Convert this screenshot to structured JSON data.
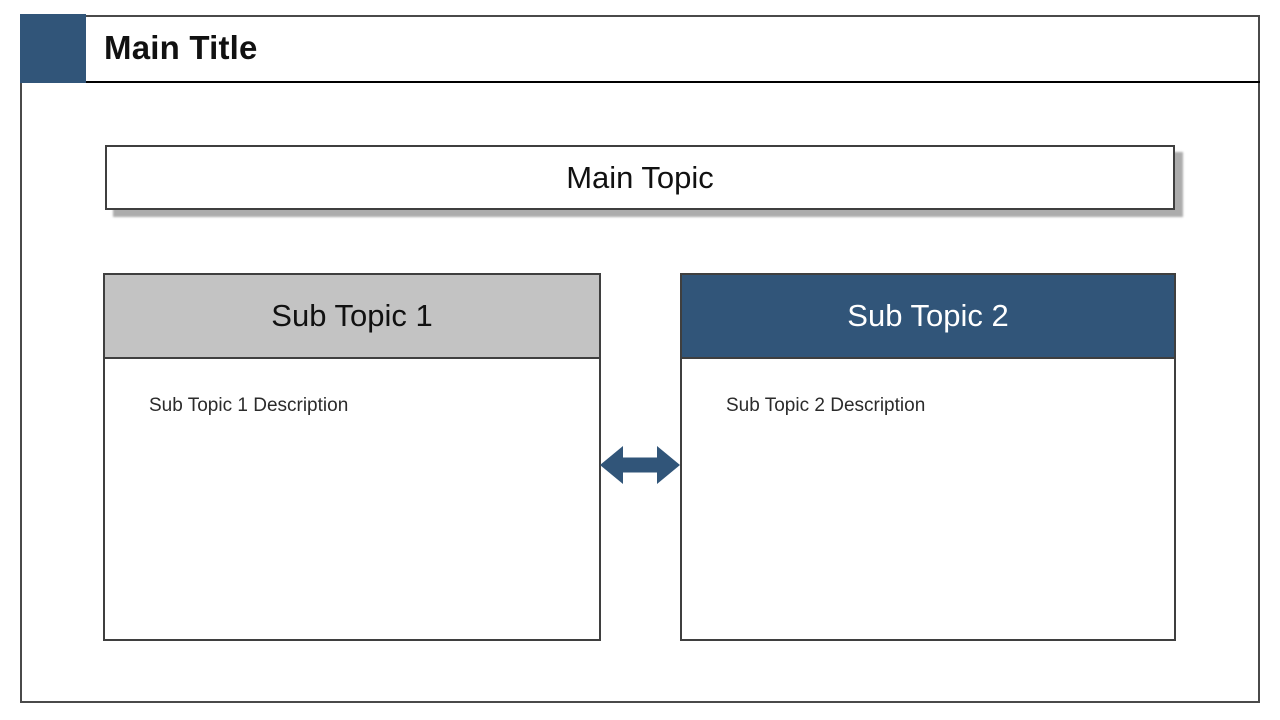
{
  "slide": {
    "title": "Main Title"
  },
  "main_topic": {
    "label": "Main Topic"
  },
  "sub_topics": [
    {
      "title": "Sub Topic 1",
      "description": "Sub Topic 1 Description",
      "header_style": "gray"
    },
    {
      "title": "Sub Topic 2",
      "description": "Sub Topic 2 Description",
      "header_style": "blue"
    }
  ],
  "connector": {
    "icon": "left-right-arrow"
  },
  "colors": {
    "accent": "#315579",
    "header_gray": "#C3C3C3",
    "frame_border": "#4A4A4A",
    "card_border": "#3F3F3F",
    "title_underline": "#000000",
    "text_primary": "#111111",
    "text_secondary": "#2B2B2B",
    "text_on_accent": "#FFFFFF",
    "shadow": "#ACACAC",
    "background": "#FFFFFF"
  }
}
